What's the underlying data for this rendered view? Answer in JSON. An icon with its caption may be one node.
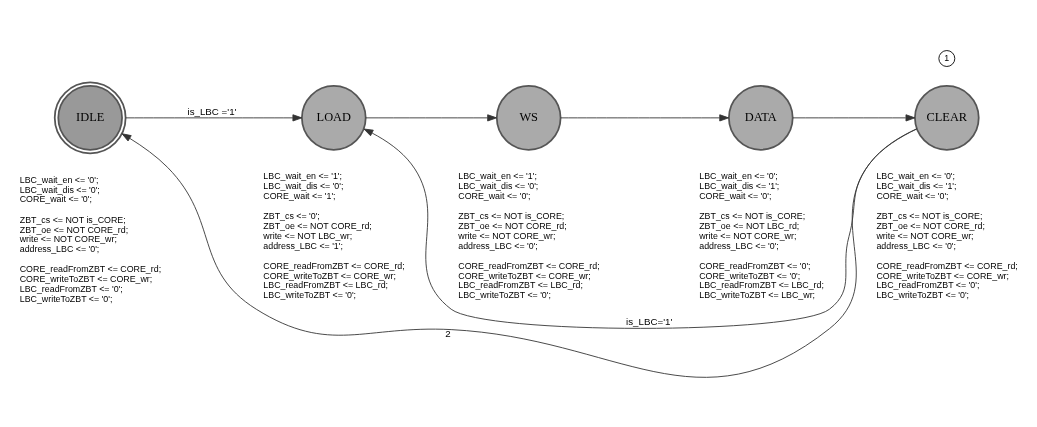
{
  "diagram": {
    "nodes": [
      {
        "text": [
          "IDLE"
        ],
        "beside": [
          "LBC_wait_en <= '0'; LBC_wait_dis <= '0'; CORE_wait <= '0';",
          "ZBT_cs <= NOT is_CORE; ZBT_oe <= NOT CORE_rd; write <= NOT CORE_wr; address_LBC <= '0';",
          "CORE_readFromZBT <= CORE_rd; CORE_writeToZBT <= CORE_wr; LBC_readFromZBT <= '0'; LBC_writeToZBT <= '0';"
        ]
      },
      {
        "text": [
          "LOAD"
        ],
        "beside": [
          "LBC_wait_en <= '1'; LBC_wait_dis <= '0'; CORE_wait <= '1';",
          "ZBT_cs <= '0'; ZBT_oe <= NOT CORE_rd; write <= NOT LBC_wr; address_LBC <= '1';",
          "CORE_readFromZBT <= CORE_rd; CORE_writeToZBT <= CORE_wr; LBC_readFromZBT <= LBC_rd; LBC_writeToZBT <= '0';"
        ]
      },
      {
        "text": [
          "WS"
        ],
        "beside": [
          "LBC_wait_en <= '1'; LBC_wait_dis <= '0'; CORE_wait <= '0';",
          "ZBT_cs <= NOT is_CORE; ZBT_oe <= NOT CORE_rd; write <= NOT CORE_wr; address_LBC <= '0';",
          "CORE_readFromZBT <= CORE_rd; CORE_writeToZBT <= CORE_wr; LBC_readFromZBT <= LBC_rd; LBC_writeToZBT <= '0';"
        ]
      },
      {
        "text": [
          "DATA"
        ],
        "beside": [
          "LBC_wait_en <= '0'; LBC_wait_dis <= '1'; CORE_wait <= '0';",
          "ZBT_cs <= NOT is_CORE; ZBT_oe <= NOT LBC_rd; write <= NOT CORE_wr; address_LBC <= '0';",
          "CORE_readFromZBT <= '0'; CORE_writeToZBT <= '0'; LBC_readFromZBT <= LBC_rd; LBC_writeToZBT <= LBC_wr;"
        ]
      },
      {
        "text": [
          "CLEAR"
        ],
        "beside": [
          "LBC_wait_en <= '0'; LBC_wait_dis <= '1'; CORE_wait <= '0';",
          "ZBT_cs <= NOT is_CORE; ZBT_oe <= NOT CORE_rd; write <= NOT CORE_wr; address_LBC <= '0';",
          "CORE_readFromZBT <= CORE_rd; CORE_writeToZBT <= CORE_wr; LBC_readFromZBT <= '0'; LBC_writeToZBT <= '0';"
        ]
      }
    ],
    "edges": [
      {
        "from": 0,
        "to": 1,
        "arrow": "to",
        "label": "is_LBC ='1'"
      },
      {
        "from": 1,
        "to": 2,
        "arrow": "to"
      },
      {
        "from": 2,
        "to": 3,
        "arrow": "to"
      },
      {
        "from": 3,
        "to": 4,
        "arrow": "to"
      },
      {
        "from": 4,
        "to": 1,
        "arrow": "to",
        "label": "is_LBC='1'"
      },
      {
        "from": 4,
        "to": 0,
        "arrow": "to",
        "label": "2"
      }
    ],
    "labels": [
      "1"
    ]
  }
}
